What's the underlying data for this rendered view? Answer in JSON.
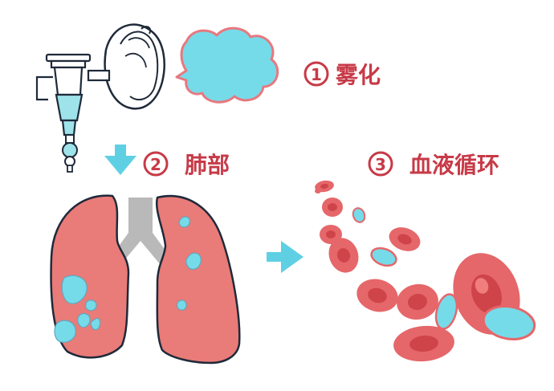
{
  "steps": [
    {
      "number": "1",
      "label": "雾化"
    },
    {
      "number": "2",
      "label": "肺部"
    },
    {
      "number": "3",
      "label": "血液循环"
    }
  ],
  "colors": {
    "step_text": "#c73a47",
    "mist": "#76dbe9",
    "mist_outline": "#e8787f",
    "lung_fill": "#e97b78",
    "lung_outline": "#1f2a3a",
    "trachea": "#b9b9b9",
    "arrow": "#5fd0e3",
    "blood_cell": "#e5676a",
    "blood_cell_center": "#cf4449",
    "blood_cell_light": "#f07e7d",
    "nebulizer_liquid": "#9fe3ea"
  },
  "icons": {
    "nebulizer": "nebulizer-mask-icon",
    "mist_cloud": "mist-cloud-icon",
    "down_arrow": "down-arrow-icon",
    "right_arrow": "right-arrow-icon",
    "lungs": "lungs-icon",
    "blood_cells": "red-blood-cells-icon"
  }
}
